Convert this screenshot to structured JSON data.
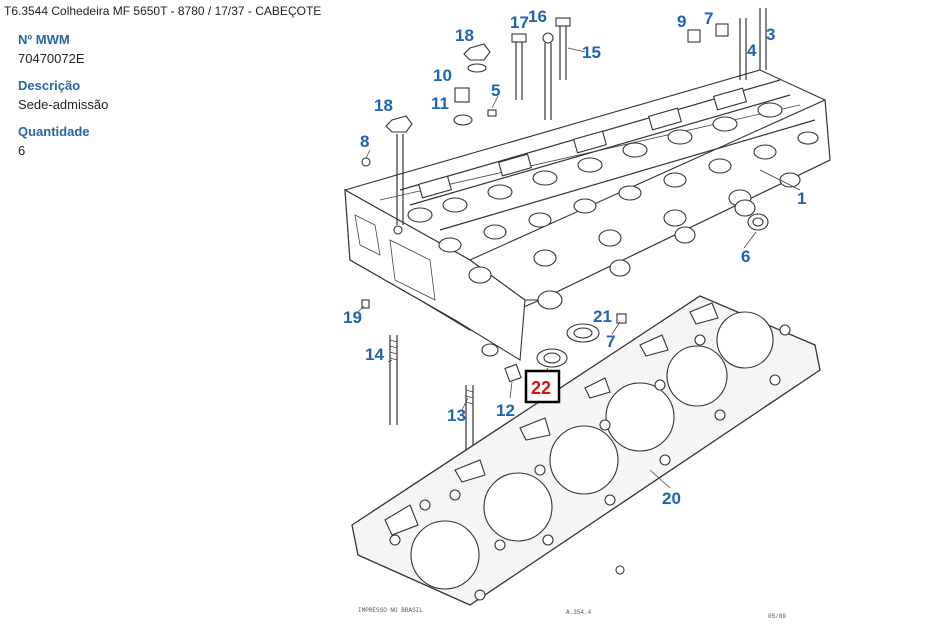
{
  "breadcrumb": "T6.3544 Colhedeira MF 5650T - 8780  /  17/37 - CABEÇOTE",
  "part": {
    "mwm_label": "Nº MWM",
    "mwm_value": "70470072E",
    "desc_label": "Descrição",
    "desc_value": "Sede-admissão",
    "qty_label": "Quantidade",
    "qty_value": "6"
  },
  "diagram": {
    "selected": "22",
    "callouts": {
      "c1": "1",
      "c3": "3",
      "c4": "4",
      "c5": "5",
      "c6": "6",
      "c7a": "7",
      "c7b": "7",
      "c8": "8",
      "c9": "9",
      "c10": "10",
      "c11": "11",
      "c12": "12",
      "c13": "13",
      "c14": "14",
      "c15": "15",
      "c16": "16",
      "c17": "17",
      "c18a": "18",
      "c18b": "18",
      "c19": "19",
      "c20": "20",
      "c21": "21"
    },
    "footer_left": "IMPRESSO NO BRASIL",
    "footer_mid": "A.354.4",
    "footer_right": "05/89"
  },
  "colors": {
    "callout": "#1f63b6",
    "selected": "#e01010",
    "label": "#2a64a8"
  }
}
